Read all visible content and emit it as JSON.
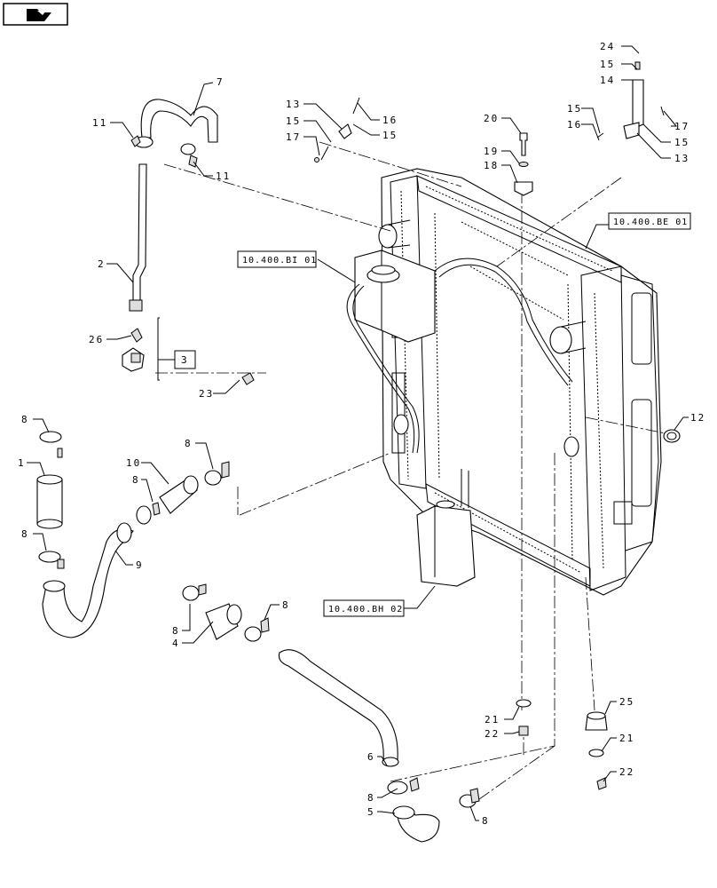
{
  "callouts": [
    {
      "id": "c24",
      "text": "24"
    },
    {
      "id": "c15a",
      "text": "15"
    },
    {
      "id": "c14",
      "text": "14"
    },
    {
      "id": "c15b",
      "text": "15"
    },
    {
      "id": "c16a",
      "text": "16"
    },
    {
      "id": "c17a",
      "text": "17"
    },
    {
      "id": "c15c",
      "text": "15"
    },
    {
      "id": "c13a",
      "text": "13"
    },
    {
      "id": "c13b",
      "text": "13"
    },
    {
      "id": "c15d",
      "text": "15"
    },
    {
      "id": "c17b",
      "text": "17"
    },
    {
      "id": "c16b",
      "text": "16"
    },
    {
      "id": "c15e",
      "text": "15"
    },
    {
      "id": "c20",
      "text": "20"
    },
    {
      "id": "c19",
      "text": "19"
    },
    {
      "id": "c18",
      "text": "18"
    },
    {
      "id": "c7",
      "text": "7"
    },
    {
      "id": "c11a",
      "text": "11"
    },
    {
      "id": "c11b",
      "text": "11"
    },
    {
      "id": "c2",
      "text": "2"
    },
    {
      "id": "c26",
      "text": "26"
    },
    {
      "id": "c3",
      "text": "3"
    },
    {
      "id": "c23",
      "text": "23"
    },
    {
      "id": "c12",
      "text": "12"
    },
    {
      "id": "c8a",
      "text": "8"
    },
    {
      "id": "c1",
      "text": "1"
    },
    {
      "id": "c8b",
      "text": "8"
    },
    {
      "id": "c9",
      "text": "9"
    },
    {
      "id": "c10",
      "text": "10"
    },
    {
      "id": "c8c",
      "text": "8"
    },
    {
      "id": "c8d",
      "text": "8"
    },
    {
      "id": "c8e",
      "text": "8"
    },
    {
      "id": "c4",
      "text": "4"
    },
    {
      "id": "c8f",
      "text": "8"
    },
    {
      "id": "c6",
      "text": "6"
    },
    {
      "id": "c8g",
      "text": "8"
    },
    {
      "id": "c5",
      "text": "5"
    },
    {
      "id": "c8h",
      "text": "8"
    },
    {
      "id": "c21a",
      "text": "21"
    },
    {
      "id": "c22a",
      "text": "22"
    },
    {
      "id": "c25",
      "text": "25"
    },
    {
      "id": "c21b",
      "text": "21"
    },
    {
      "id": "c22b",
      "text": "22"
    }
  ],
  "references": {
    "bi01": "10.400.BI 01",
    "be01": "10.400.BE 01",
    "bh02": "10.400.BH 02"
  }
}
